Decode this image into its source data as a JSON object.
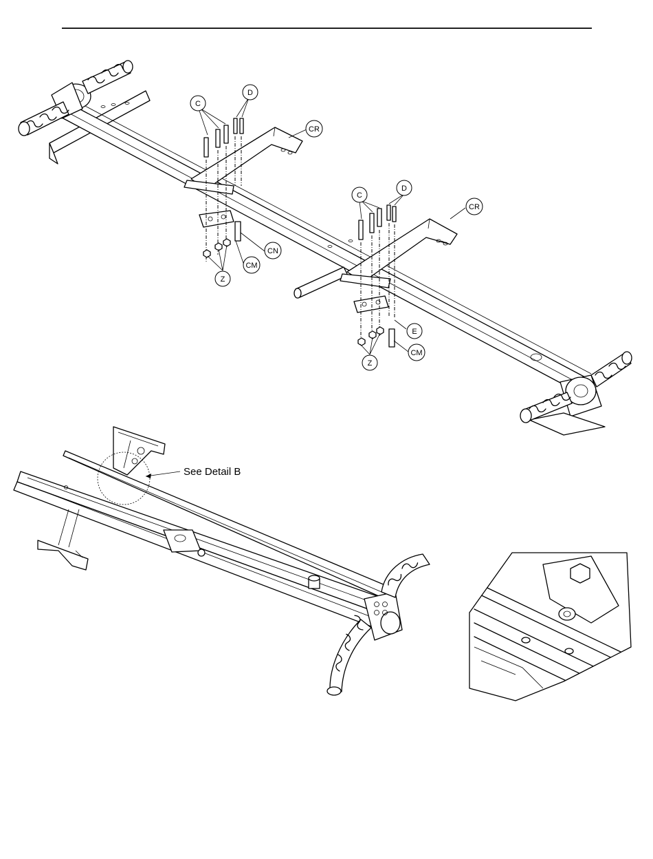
{
  "callouts": {
    "c1": "C",
    "d1": "D",
    "cr1": "CR",
    "c2": "C",
    "d2": "D",
    "cr2": "CR",
    "cn": "CN",
    "cm1": "CM",
    "z1": "Z",
    "e": "E",
    "cm2": "CM",
    "z2": "Z"
  },
  "detail_label": "See Detail B"
}
